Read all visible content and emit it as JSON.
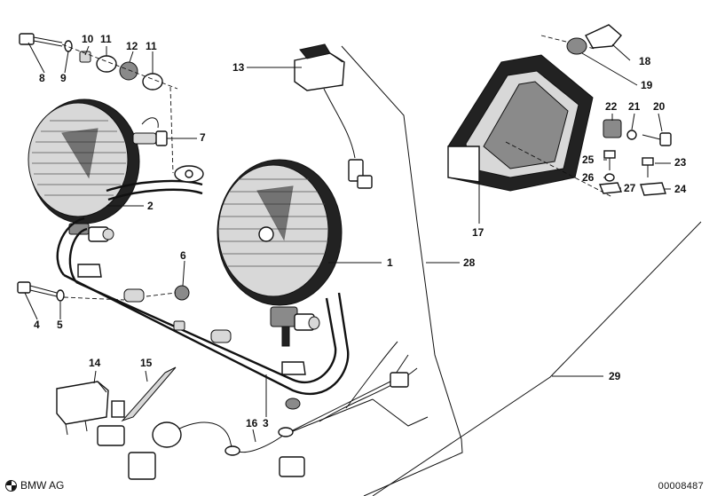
{
  "callouts": {
    "c1": "1",
    "c2": "2",
    "c3": "3",
    "c4": "4",
    "c5": "5",
    "c6": "6",
    "c7": "7",
    "c8": "8",
    "c9": "9",
    "c10": "10",
    "c11a": "11",
    "c11b": "11",
    "c12": "12",
    "c13": "13",
    "c14": "14",
    "c15": "15",
    "c16": "16",
    "c17": "17",
    "c18": "18",
    "c19": "19",
    "c20": "20",
    "c21": "21",
    "c22": "22",
    "c23": "23",
    "c24": "24",
    "c25": "25",
    "c26": "26",
    "c27": "27",
    "c28": "28",
    "c29": "29"
  },
  "footer": {
    "brand": "BMW AG",
    "drawing_number": "00008487"
  }
}
